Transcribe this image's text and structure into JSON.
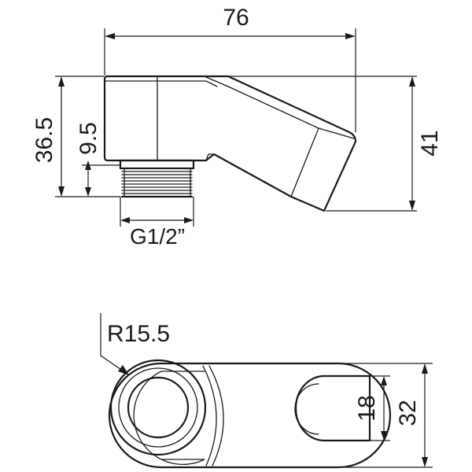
{
  "dimensions": {
    "overall_length": "76",
    "height_to_thread": "36.5",
    "thread_length": "9.5",
    "overall_height": "41",
    "thread_size": "G1/2”",
    "radius": "R15.5",
    "inner_height": "18",
    "outer_height": "32"
  }
}
